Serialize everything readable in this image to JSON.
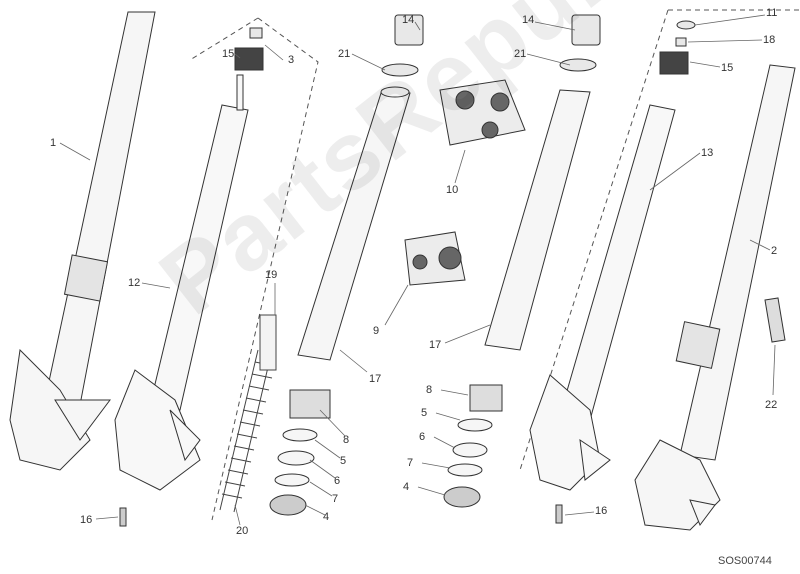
{
  "diagram": {
    "code": "SOS00744",
    "watermark": "PartsRepublik",
    "callouts": [
      "1",
      "12",
      "15",
      "3",
      "14",
      "21",
      "10",
      "9",
      "17",
      "8",
      "5",
      "6",
      "7",
      "4",
      "19",
      "20",
      "16",
      "14",
      "21",
      "17",
      "8",
      "5",
      "6",
      "7",
      "4",
      "11",
      "18",
      "15",
      "13",
      "2",
      "22",
      "16"
    ]
  }
}
